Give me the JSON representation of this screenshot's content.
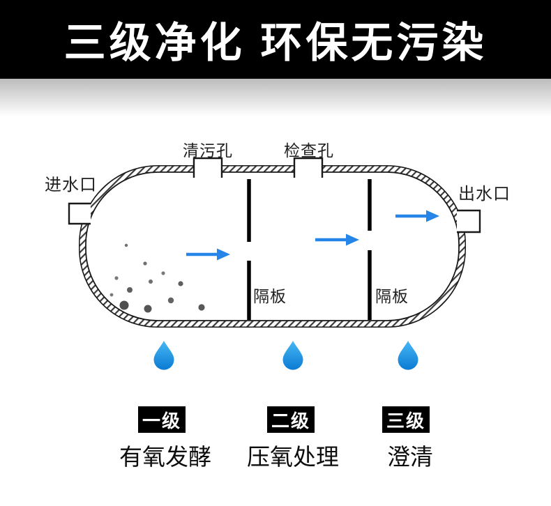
{
  "banner": {
    "title": "三级净化 环保无污染",
    "bg_color": "#000000",
    "text_color": "#ffffff"
  },
  "diagram": {
    "clean_hole_label": "清污孔",
    "inspect_hole_label": "检查孔",
    "inlet_label": "进水口",
    "outlet_label": "出水口",
    "baffle_label": "隔板"
  },
  "stages": [
    {
      "level": "一级",
      "desc": "有氧发酵"
    },
    {
      "level": "二级",
      "desc": "压氧处理"
    },
    {
      "level": "三级",
      "desc": "澄清"
    }
  ],
  "colors": {
    "arrow": "#2585e8",
    "drop_gradient_top": "#47b7f4",
    "drop_gradient_bottom": "#0b7bd4",
    "stage_badge_bg": "#000000",
    "stage_badge_text": "#ffffff"
  }
}
